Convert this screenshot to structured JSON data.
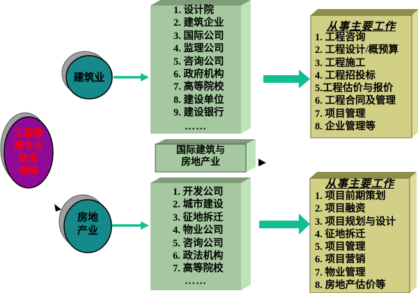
{
  "colors": {
    "purple_ellipse": "#8F0A96",
    "ellipse_text_red": "#FF0000",
    "teal_ellipse": "#16898B",
    "shadow_gray": "#A0A0A0",
    "green_box_face": "#A5C8A0",
    "green_box_top": "#7E9D78",
    "green_box_side": "#BEE3B8",
    "yellow_box_face": "#D2CF87",
    "yellow_box_top": "#8E8E4D",
    "yellow_box_side": "#E0DD9C",
    "arrow_teal": "#0FBF90"
  },
  "center": {
    "lines": [
      "工程管",
      "理专业",
      "就业",
      "领域"
    ]
  },
  "industries": {
    "construction": {
      "label": "建筑业"
    },
    "real_estate": {
      "lines": [
        "房地",
        "产业"
      ]
    }
  },
  "employers_construction": {
    "items": [
      "1. 设计院",
      "2. 建筑企业",
      "3. 国际公司",
      "4. 监理公司",
      "5. 咨询公司",
      "6. 政府机构",
      "7. 高等院校",
      "8. 建设单位",
      "9. 建设银行"
    ],
    "more": "……"
  },
  "international": {
    "lines": [
      "国际建筑与",
      "房地产业"
    ]
  },
  "employers_real_estate": {
    "items": [
      "1. 开发公司",
      "2. 城市建设",
      "3. 征地拆迁",
      "4. 物业公司",
      "5. 咨询公司",
      "6. 政法机构",
      "7. 高等院校"
    ],
    "more": "……"
  },
  "jobs_construction": {
    "title": "从事主要工作",
    "items": [
      "1. 工程咨询",
      "2. 工程设计/概预算",
      "3. 工程施工",
      "4. 工程招投标",
      "5.工程估价与报价",
      "6. 工程合同及管理",
      "7. 项目管理",
      "8. 企业管理等"
    ]
  },
  "jobs_real_estate": {
    "title": "从事主要工作",
    "items": [
      "1. 项目前期策划",
      "2. 项目融资",
      "3. 项目规划与设计",
      "4. 征地拆迁",
      "5. 项目管理",
      "6. 项目营销",
      "7. 物业管理",
      "8. 房地产估价等"
    ]
  }
}
